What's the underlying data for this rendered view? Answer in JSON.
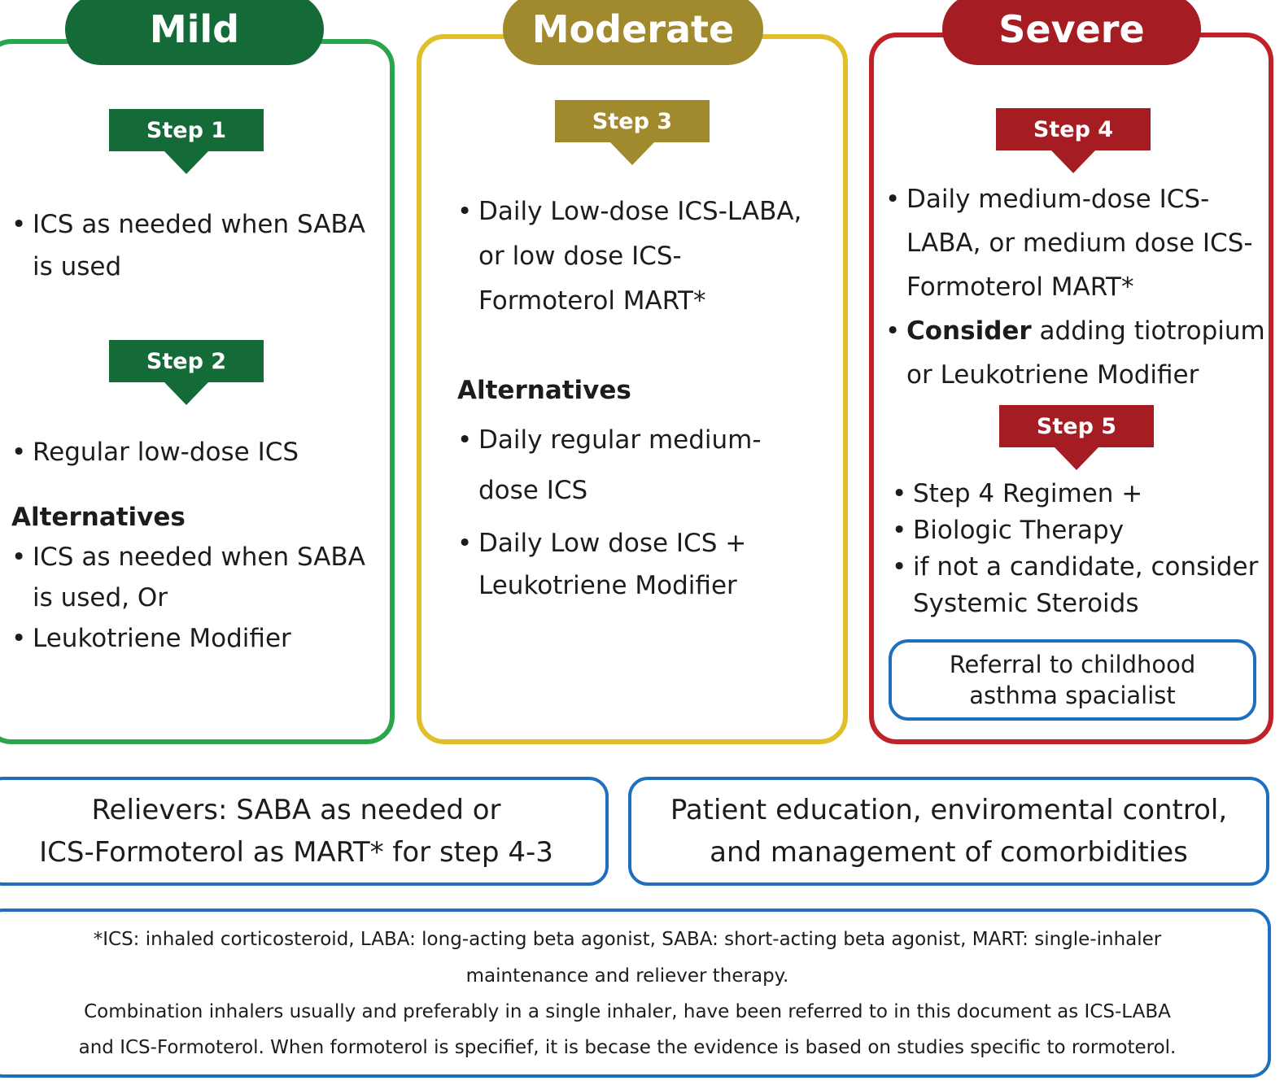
{
  "colors": {
    "mild_border": "#2aa64a",
    "mild_fill": "#146b38",
    "moderate_border": "#e0bf2a",
    "moderate_fill": "#a08a2d",
    "severe_border": "#c0222a",
    "severe_fill": "#a51c22",
    "info_border": "#1f6fbf"
  },
  "mild": {
    "title": "Mild",
    "step1": {
      "label": "Step 1",
      "items": [
        "ICS as needed when SABA is used"
      ]
    },
    "step2": {
      "label": "Step 2",
      "items": [
        "Regular low-dose ICS"
      ],
      "alternatives_heading": "Alternatives",
      "alternatives": [
        "ICS as needed when SABA is used, Or",
        "Leukotriene Modifier"
      ]
    }
  },
  "moderate": {
    "title": "Moderate",
    "step3": {
      "label": "Step 3",
      "items": [
        "Daily Low-dose ICS-LABA, or low dose ICS-Formoterol MART*"
      ],
      "alternatives_heading": "Alternatives",
      "alternatives": [
        "Daily regular medium-dose ICS",
        "Daily Low dose ICS + Leukotriene Modifier"
      ]
    }
  },
  "severe": {
    "title": "Severe",
    "step4": {
      "label": "Step 4",
      "item1": "Daily medium-dose ICS-LABA, or medium dose ICS-Formoterol MART*",
      "item2_bold": "Consider",
      "item2_rest": " adding tiotropium or Leukotriene Modifier"
    },
    "step5": {
      "label": "Step 5",
      "items": [
        "Step 4 Regimen +",
        "Biologic Therapy",
        "if not a candidate, consider Systemic Steroids"
      ]
    },
    "referral": "Referral to childhood\nasthma spacialist"
  },
  "relievers": "Relievers: SABA as needed or\nICS-Formoterol as MART* for step 4-3",
  "education": "Patient education, enviromental control,\nand management of comorbidities",
  "footnote": {
    "line1": "*ICS: inhaled corticosteroid, LABA: long-acting beta agonist, SABA: short-acting beta agonist, MART: single-inhaler",
    "line2": "maintenance and reliever therapy.",
    "line3": "Combination inhalers usually and preferably in a single inhaler, have been referred to in this document as ICS-LABA",
    "line4": "and ICS-Formoterol. When formoterol is specifief, it is becase the evidence is based on studies specific to rormoterol."
  }
}
